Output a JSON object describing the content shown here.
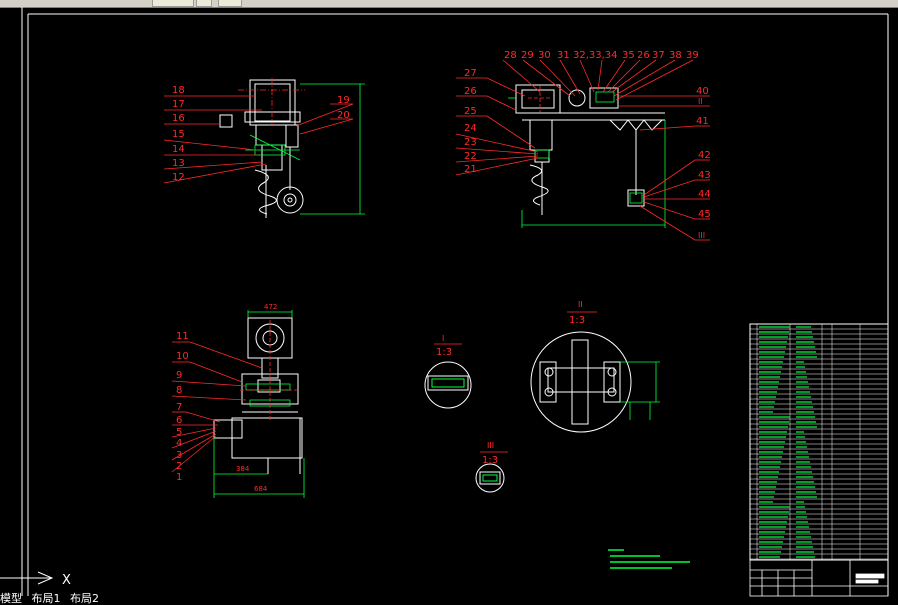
{
  "drawing": {
    "front_view": {
      "part_numbers": [
        "18",
        "17",
        "16",
        "15",
        "14",
        "13",
        "12",
        "19",
        "20"
      ]
    },
    "side_view": {
      "part_numbers": [
        "27",
        "26",
        "25",
        "24",
        "23",
        "22",
        "21",
        "28",
        "29",
        "30",
        "31",
        "32,33,34",
        "35",
        "26",
        "37",
        "38",
        "39",
        "40",
        "II",
        "41",
        "42",
        "43",
        "44",
        "45",
        "III"
      ]
    },
    "top_view": {
      "part_numbers": [
        "11",
        "10",
        "9",
        "8",
        "7",
        "6",
        "5",
        "4",
        "3",
        "2",
        "1"
      ],
      "dim_top": "472",
      "dim_bottom_inner": "384",
      "dim_bottom_outer": "684"
    },
    "detail_I": {
      "roman": "I",
      "scale": "1:3"
    },
    "detail_II": {
      "roman": "II",
      "scale": "1:3"
    },
    "detail_III": {
      "roman": "III",
      "scale": "1:3"
    }
  },
  "ucs": {
    "x_label": "X"
  },
  "tabs": [
    "模型",
    "布局1",
    "布局2"
  ],
  "colors": {
    "background": "#000000",
    "lines": "#ffffff",
    "labels": "#ff2a2a",
    "dims": "#00ff3c"
  }
}
